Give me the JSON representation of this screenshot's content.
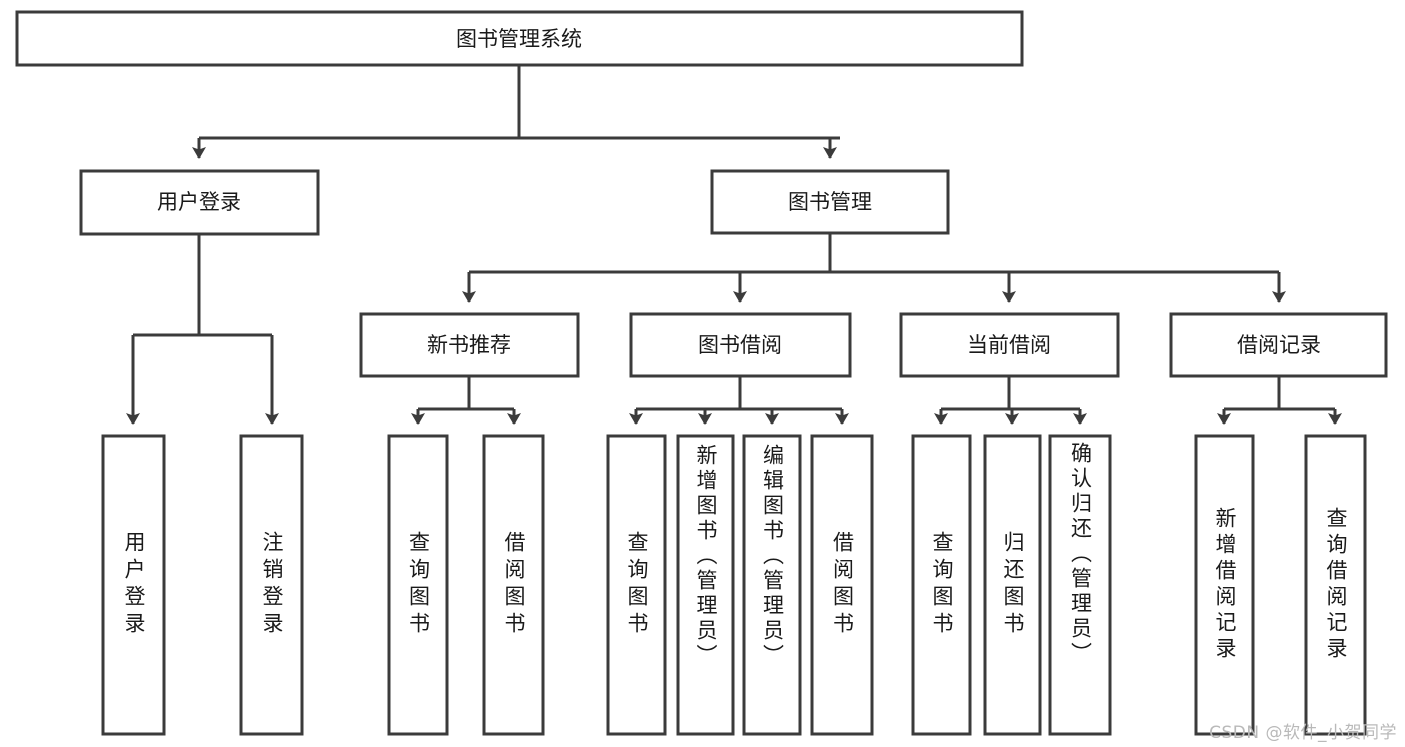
{
  "diagram": {
    "type": "tree",
    "title": "图书管理系统",
    "orientation": "top-down",
    "watermark": "CSDN @软件_小贺同学",
    "colors": {
      "stroke": "#3b3b3b",
      "fill": "#ffffff",
      "text": "#1a1a1a",
      "watermark": "#b9b9b9",
      "background": "#ffffff"
    },
    "nodes": {
      "root": {
        "label": "图书管理系统",
        "level": 0,
        "orientation": "horizontal"
      },
      "l1": [
        {
          "id": "user-login",
          "label": "用户登录",
          "level": 1,
          "orientation": "horizontal"
        },
        {
          "id": "book-management",
          "label": "图书管理",
          "level": 1,
          "orientation": "horizontal"
        }
      ],
      "l2": [
        {
          "id": "new-book-recommend",
          "label": "新书推荐",
          "level": 2,
          "orientation": "horizontal",
          "parent": "book-management"
        },
        {
          "id": "book-borrow",
          "label": "图书借阅",
          "level": 2,
          "orientation": "horizontal",
          "parent": "book-management"
        },
        {
          "id": "current-borrow",
          "label": "当前借阅",
          "level": 2,
          "orientation": "horizontal",
          "parent": "book-management"
        },
        {
          "id": "borrow-record",
          "label": "借阅记录",
          "level": 2,
          "orientation": "horizontal",
          "parent": "book-management"
        }
      ],
      "leaves": [
        {
          "id": "leaf-user-login",
          "label": "用户登录",
          "parent": "user-login",
          "orientation": "vertical"
        },
        {
          "id": "leaf-logout",
          "label": "注销登录",
          "parent": "user-login",
          "orientation": "vertical"
        },
        {
          "id": "leaf-query-book-1",
          "label": "查询图书",
          "parent": "new-book-recommend",
          "orientation": "vertical"
        },
        {
          "id": "leaf-borrow-book-1",
          "label": "借阅图书",
          "parent": "new-book-recommend",
          "orientation": "vertical"
        },
        {
          "id": "leaf-query-book-2",
          "label": "查询图书",
          "parent": "book-borrow",
          "orientation": "vertical"
        },
        {
          "id": "leaf-add-book",
          "label": "新增图书（管理员）",
          "parent": "book-borrow",
          "orientation": "vertical"
        },
        {
          "id": "leaf-edit-book",
          "label": "编辑图书（管理员）",
          "parent": "book-borrow",
          "orientation": "vertical"
        },
        {
          "id": "leaf-borrow-book-2",
          "label": "借阅图书",
          "parent": "book-borrow",
          "orientation": "vertical"
        },
        {
          "id": "leaf-query-book-3",
          "label": "查询图书",
          "parent": "current-borrow",
          "orientation": "vertical"
        },
        {
          "id": "leaf-return-book",
          "label": "归还图书",
          "parent": "current-borrow",
          "orientation": "vertical"
        },
        {
          "id": "leaf-confirm-return",
          "label": "确认归还（管理员）",
          "parent": "current-borrow",
          "orientation": "vertical"
        },
        {
          "id": "leaf-add-record",
          "label": "新增借阅记录",
          "parent": "borrow-record",
          "orientation": "vertical"
        },
        {
          "id": "leaf-query-record",
          "label": "查询借阅记录",
          "parent": "borrow-record",
          "orientation": "vertical"
        }
      ]
    }
  }
}
